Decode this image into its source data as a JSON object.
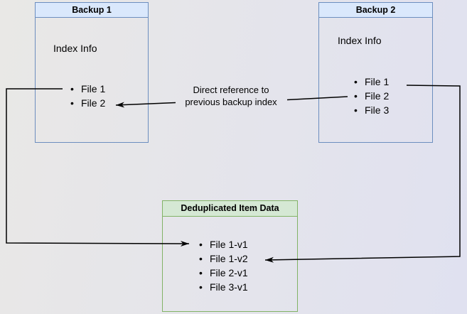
{
  "diagram": {
    "backup1": {
      "title": "Backup 1",
      "section_label": "Index Info",
      "files": [
        "File 1",
        "File 2"
      ]
    },
    "backup2": {
      "title": "Backup 2",
      "section_label": "Index Info",
      "files": [
        "File 1",
        "File 2",
        "File 3"
      ]
    },
    "dedup": {
      "title": "Deduplicated Item Data",
      "items": [
        "File 1-v1",
        "File 1-v2",
        "File 2-v1",
        "File 3-v1"
      ]
    },
    "annotation": {
      "line1": "Direct reference to",
      "line2": "previous backup index"
    },
    "colors": {
      "backup_header_fill": "#dae8fc",
      "backup_border": "#6c8ebf",
      "dedup_header_fill": "#d5e8d4",
      "dedup_border": "#82b366",
      "arrow": "#000000",
      "canvas_bg_left": "#e9e8e6",
      "canvas_bg_right": "#e0e1f0"
    }
  }
}
